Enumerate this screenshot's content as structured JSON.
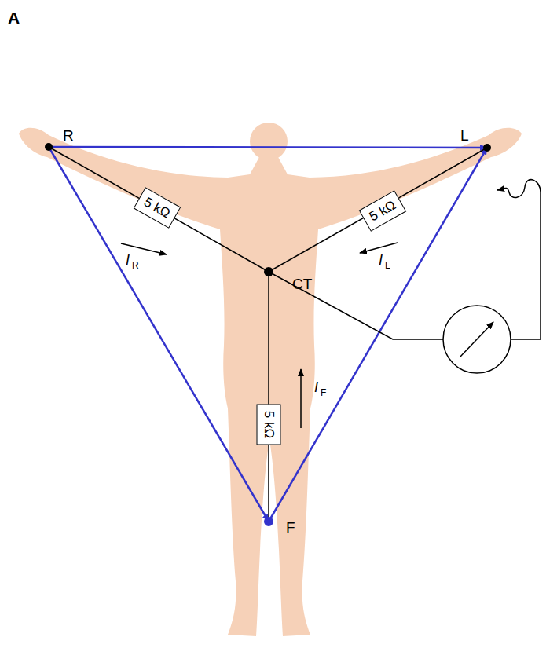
{
  "diagram": {
    "nodes": [
      {
        "text": [
          "5 kΩ"
        ]
      },
      {
        "text": [
          "5 kΩ"
        ]
      },
      {
        "text": [
          "5 kΩ"
        ]
      }
    ],
    "labels": [
      "A",
      "R",
      "L",
      "CT",
      "F",
      "I",
      "R",
      "I",
      "L",
      "I",
      "F"
    ]
  }
}
